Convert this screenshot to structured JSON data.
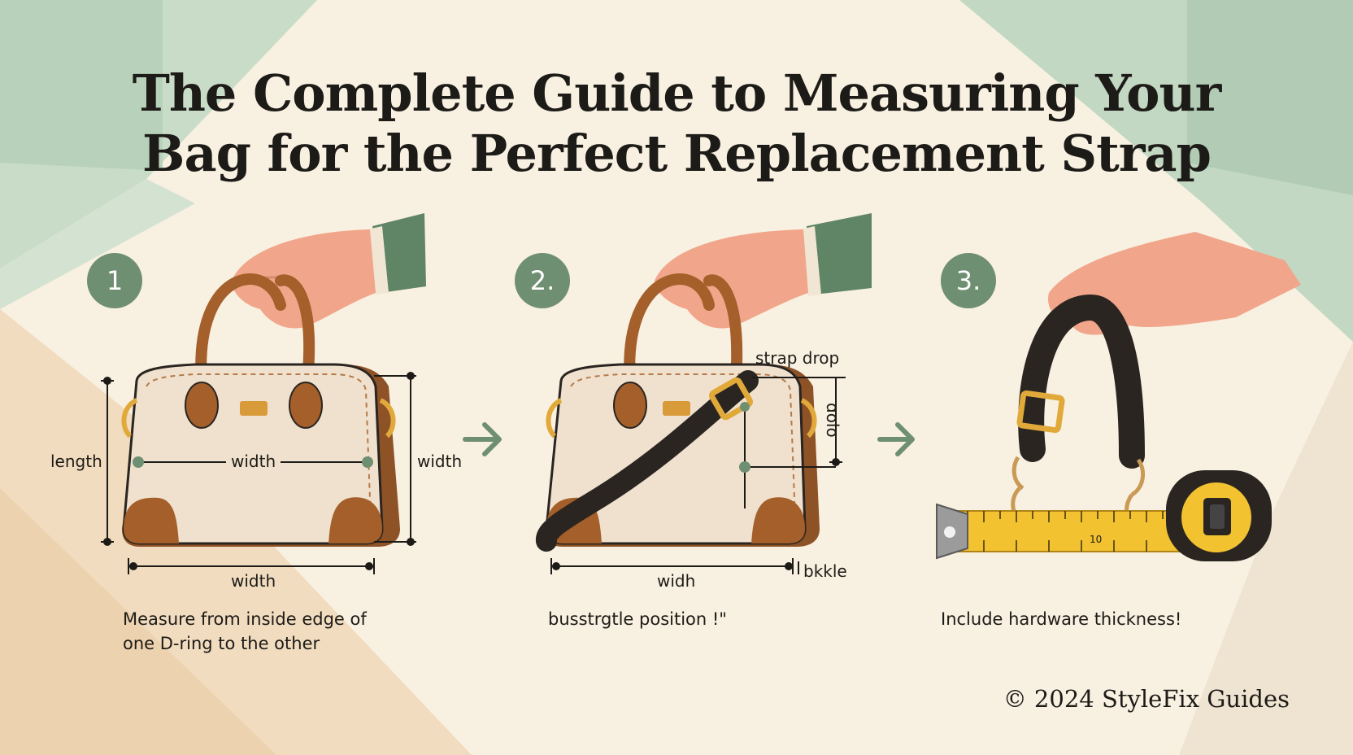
{
  "title_line1": "The Complete Guide to Measuring Your",
  "title_line2": "Bag for the Perfect Replacement Strap",
  "steps": [
    {
      "number": "1",
      "labels": {
        "left": "length",
        "center": "width",
        "right": "width",
        "bottom": "width"
      },
      "caption_line1": "Measure from inside edge of",
      "caption_line2": "one D-ring to the other"
    },
    {
      "number": "2.",
      "labels": {
        "strap_drop": "strap drop",
        "vertical": "ɑolo",
        "bottom": "widh",
        "buckle": "bkkle"
      },
      "caption": "busstrgtle position !\""
    },
    {
      "number": "3.",
      "tape_mark": "10",
      "caption": "Include hardware thickness!"
    }
  ],
  "footer": "© 2024 StyleFix Guides",
  "colors": {
    "background": "#f8f0e1",
    "accent_green": "#6f8f72",
    "bag_canvas": "#efe1cd",
    "leather_brown": "#a45f2a",
    "strap_dark": "#2a2521",
    "hardware_gold": "#e1a93a",
    "tape_yellow": "#f2c230",
    "skin": "#f1a58a",
    "sleeve_green": "#5f8466"
  },
  "icons": [
    "arrow-right-icon",
    "hand-icon",
    "handbag-icon",
    "tape-measure-icon"
  ]
}
